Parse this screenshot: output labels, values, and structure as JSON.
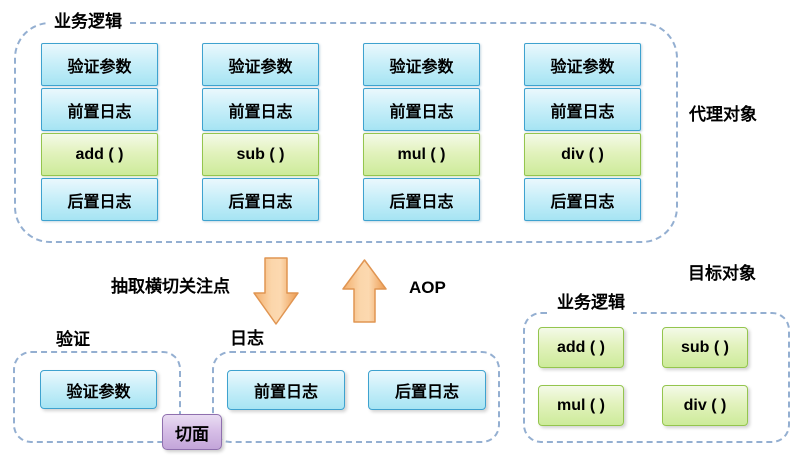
{
  "proxy_section": {
    "group_label": "业务逻辑",
    "side_label": "代理对象",
    "columns": [
      [
        "验证参数",
        "前置日志",
        "add ( )",
        "后置日志"
      ],
      [
        "验证参数",
        "前置日志",
        "sub ( )",
        "后置日志"
      ],
      [
        "验证参数",
        "前置日志",
        "mul ( )",
        "后置日志"
      ],
      [
        "验证参数",
        "前置日志",
        "div ( )",
        "后置日志"
      ]
    ]
  },
  "transform_section": {
    "extract_label": "抽取横切关注点",
    "aop_label": "AOP"
  },
  "aspect_section": {
    "validation_group": {
      "label": "验证",
      "items": [
        "验证参数"
      ]
    },
    "logging_group": {
      "label": "日志",
      "items": [
        "前置日志",
        "后置日志"
      ]
    },
    "aspect_badge": "切面"
  },
  "target_section": {
    "side_label": "目标对象",
    "group_label": "业务逻辑",
    "methods": [
      "add ( )",
      "sub ( )",
      "mul ( )",
      "div ( )"
    ]
  },
  "colors": {
    "crosscut_box_border": "#3ea2cf",
    "crosscut_box_fill": "#a6e4f3",
    "method_box_border": "#94c54e",
    "method_box_fill": "#cdeb9a",
    "aspect_badge_border": "#8f6fae",
    "aspect_badge_fill": "#c3a5d9",
    "arrow_fill": "#f9c893",
    "arrow_border": "#e09552",
    "dashed_border": "#94afd1"
  }
}
